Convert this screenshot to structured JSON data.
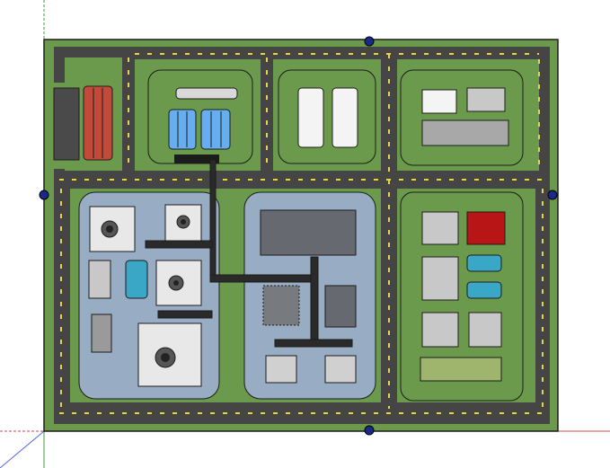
{
  "colors": {
    "background": "#ffffff",
    "grass": "#6b9a4c",
    "road": "#454545",
    "road_marking": "#e8d44a",
    "building_white": "#f2f2f2",
    "building_grey": "#c8c8c8",
    "dark_grey": "#666a70",
    "plaza_blue": "#98acc4",
    "tank_blue": "#66aef0",
    "tank_teal": "#3aa7c6",
    "tank_red": "#c24a3a",
    "red_block": "#b81616",
    "pad_green": "#9fb46c",
    "pipe": "#2a2a2a",
    "node": "#1a2a8a",
    "axis_green": "#3c9c3c",
    "axis_red": "#d24a4a",
    "axis_blue": "#4a6adc"
  },
  "elements": {
    "site": "industrial-site-plan",
    "blocks": [
      "parking-block-west",
      "block-north-1",
      "block-north-2",
      "block-north-3",
      "plaza-west",
      "plaza-east",
      "block-east"
    ],
    "icons": [
      "tank-icon",
      "storage-tank-icon",
      "pipe-rack-icon",
      "node-icon",
      "axis-icon"
    ]
  }
}
